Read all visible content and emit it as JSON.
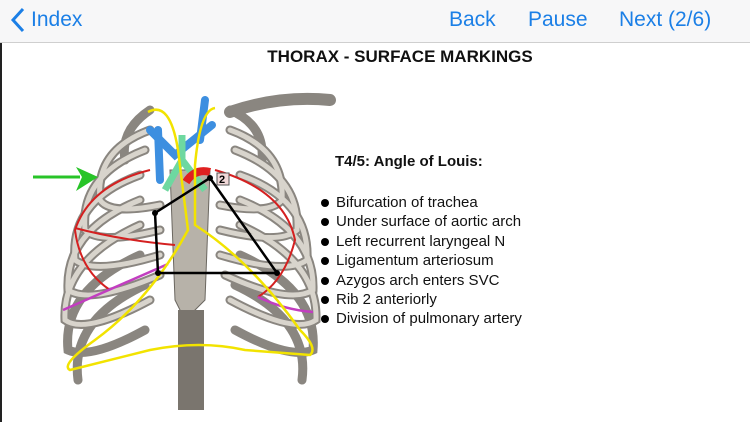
{
  "nav": {
    "index_label": "Index",
    "back_label": "Back",
    "pause_label": "Pause",
    "next_label": "Next (2/6)",
    "accent": "#1b7fe6"
  },
  "title": "THORAX - SURFACE MARKINGS",
  "figure": {
    "rib_label": "2"
  },
  "content": {
    "heading": "T4/5: Angle of Louis:",
    "bullets": [
      "Bifurcation of trachea",
      "Under surface of aortic arch",
      "Left recurrent laryngeal N",
      "Ligamentum arteriosum",
      "Azygos arch enters SVC",
      "Rib 2 anteriorly",
      "Division of pulmonary artery"
    ]
  }
}
